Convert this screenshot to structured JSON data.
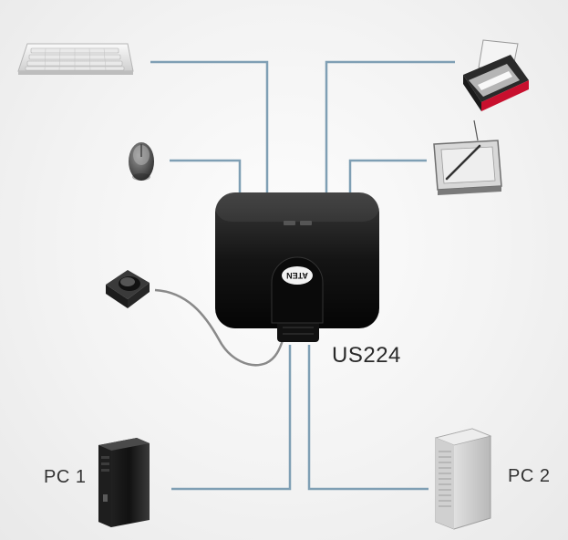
{
  "diagram": {
    "hub": {
      "model": "US224",
      "brand": "ATEN"
    },
    "devices": {
      "pc1": "PC 1",
      "pc2": "PC 2"
    },
    "colors": {
      "cable": "#7f9fb4",
      "hub_body": "#1a1a1a",
      "printer_accent": "#c8102e"
    },
    "icons": [
      "keyboard-icon",
      "mouse-icon",
      "remote-switch-icon",
      "printer-icon",
      "drawing-tablet-icon",
      "pc-tower-dark-icon",
      "pc-tower-silver-icon"
    ]
  }
}
